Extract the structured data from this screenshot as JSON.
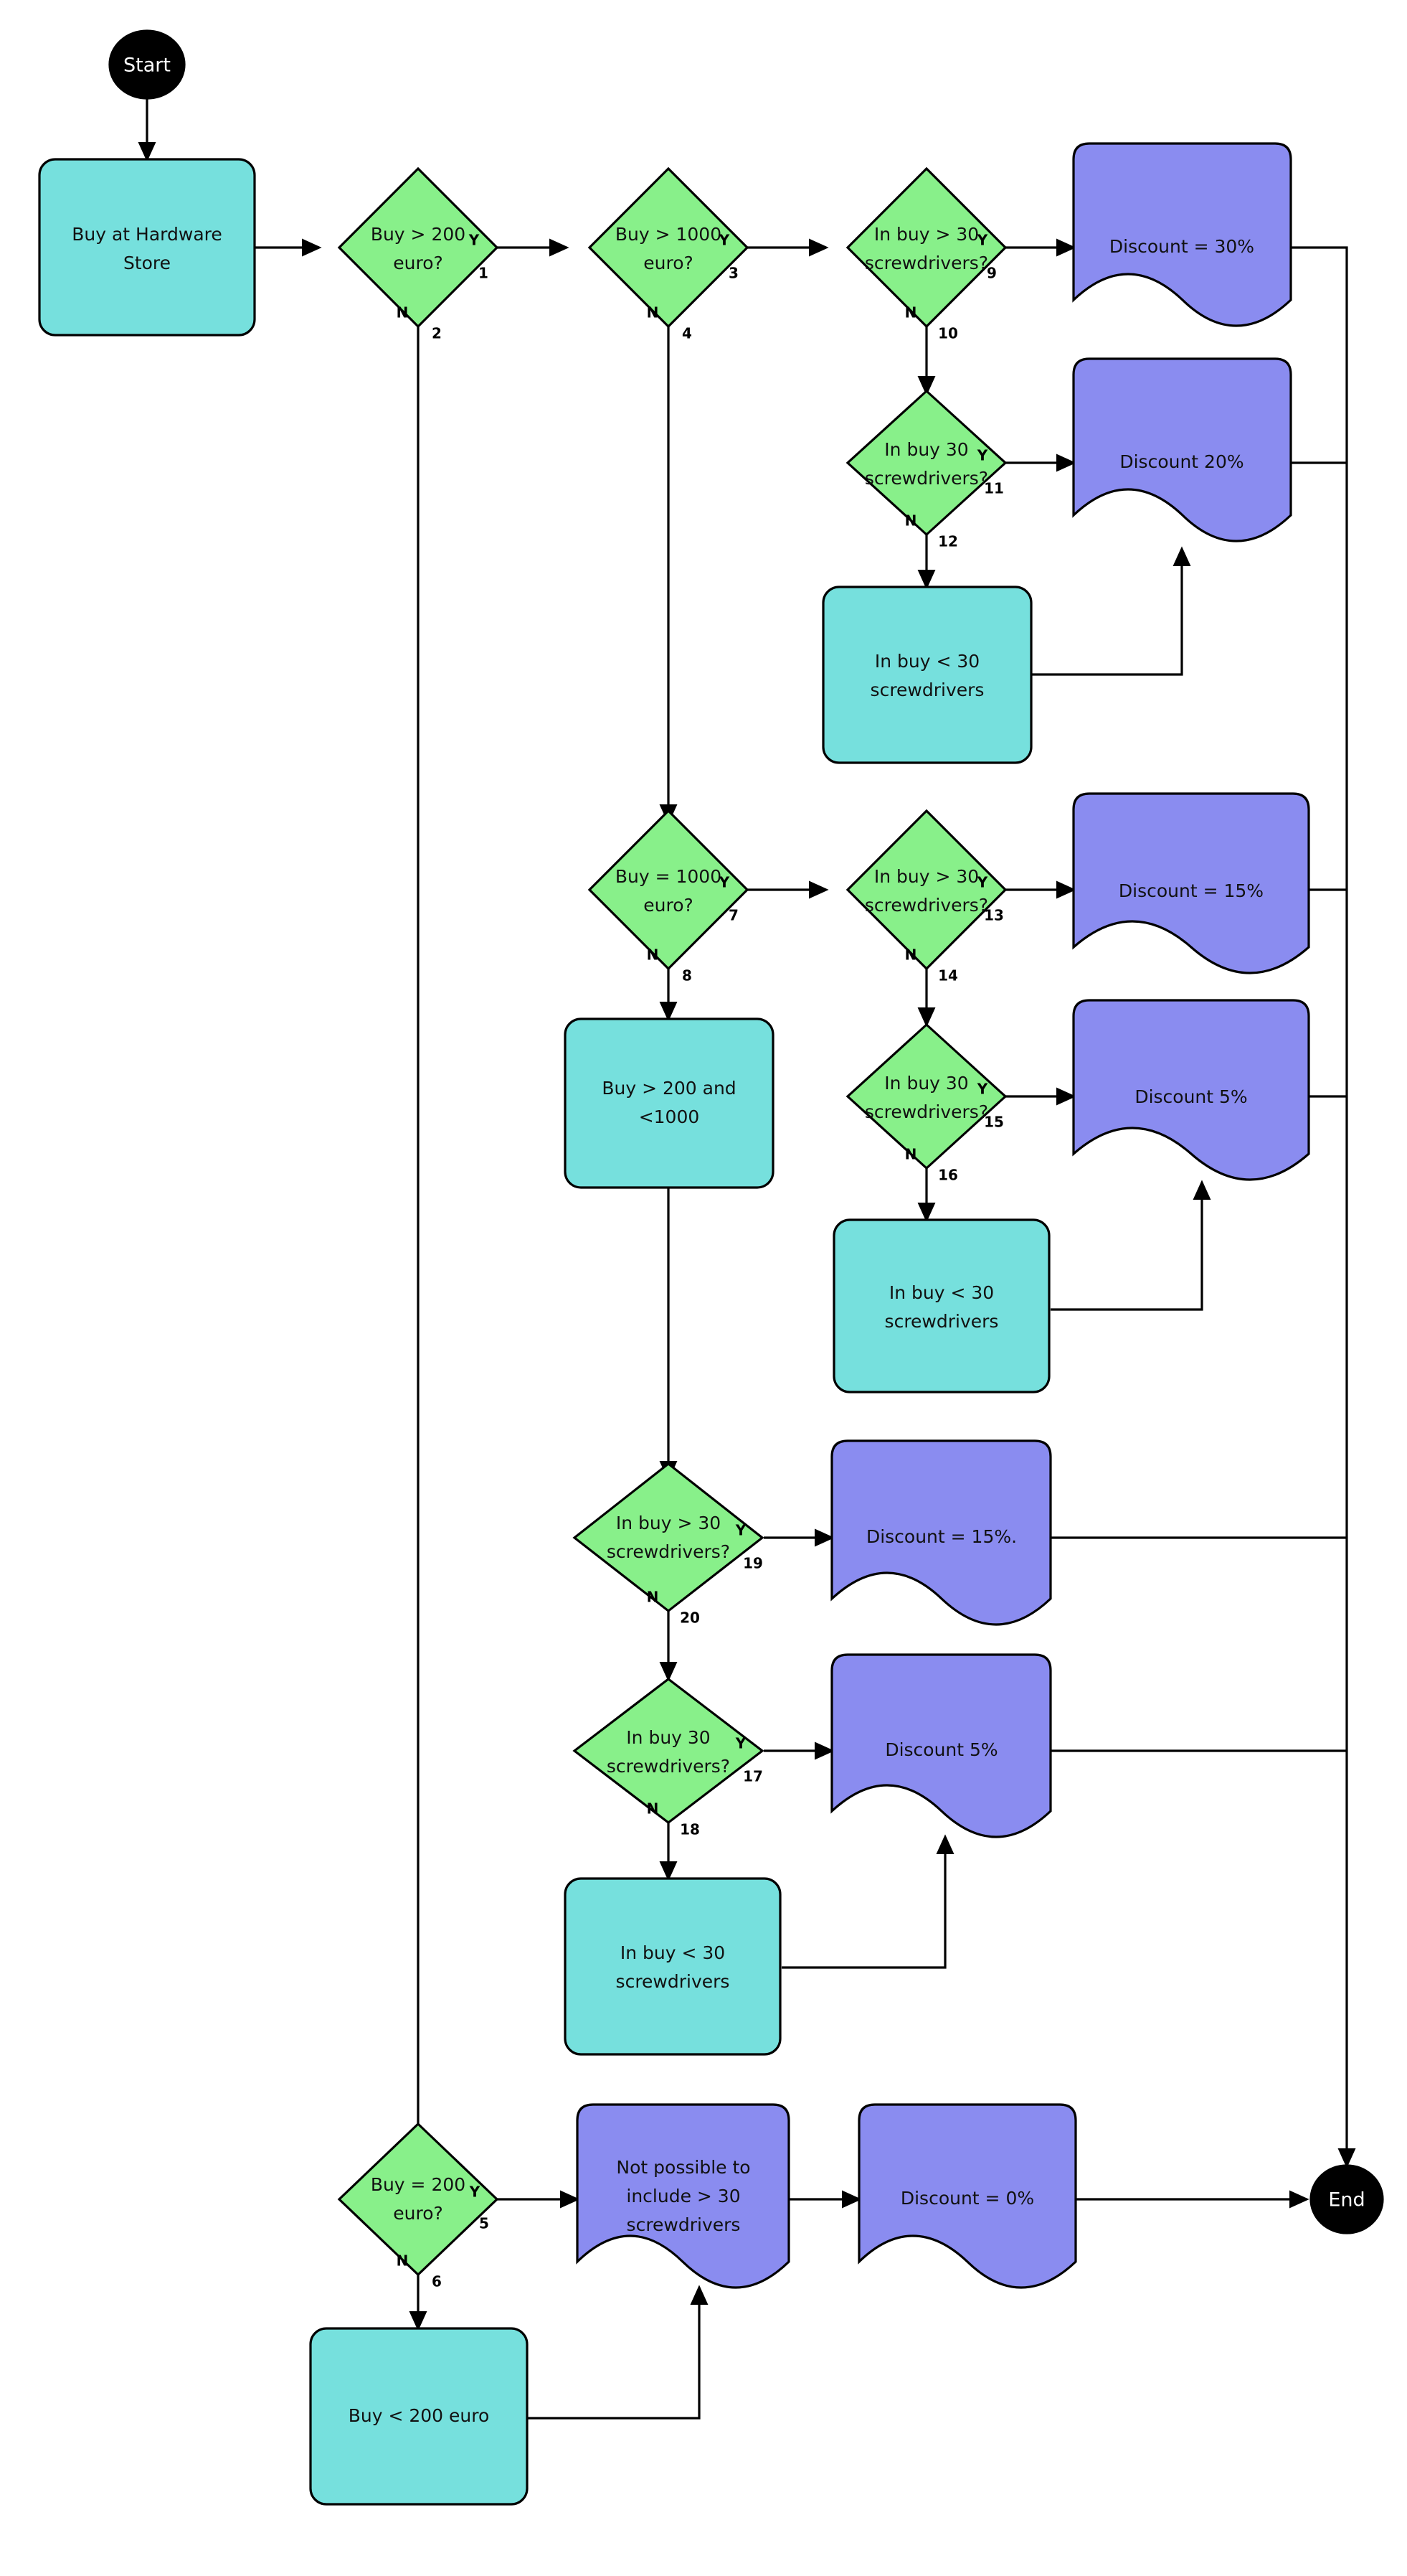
{
  "diagram": {
    "title": "Hardware Store Discount Decision Flowchart",
    "colors": {
      "terminator": "#000000",
      "process": "#76e0dd",
      "decision": "#88f08a",
      "document": "#8a8cf0",
      "stroke": "#000000",
      "background": "#ffffff"
    }
  },
  "nodes": {
    "start": {
      "label": "Start",
      "type": "terminator"
    },
    "end": {
      "label": "End",
      "type": "terminator"
    },
    "buy_store": {
      "label_line1": "Buy at Hardware",
      "label_line2": "Store",
      "type": "process"
    },
    "d_buy_gt_200": {
      "label_line1": "Buy > 200",
      "label_line2": "euro?",
      "type": "decision"
    },
    "d_buy_gt_1000": {
      "label_line1": "Buy > 1000",
      "label_line2": "euro?",
      "type": "decision"
    },
    "d_sd_gt_30_a": {
      "label_line1": "In buy > 30",
      "label_line2": "screwdrivers?",
      "type": "decision"
    },
    "disc_30": {
      "label": "Discount = 30%",
      "type": "document"
    },
    "d_sd_eq_30_a": {
      "label_line1": "In buy 30",
      "label_line2": "screwdrivers?",
      "type": "decision"
    },
    "disc_20": {
      "label": "Discount 20%",
      "type": "document"
    },
    "sd_lt_30_a": {
      "label_line1": "In buy < 30",
      "label_line2": "screwdrivers",
      "type": "process"
    },
    "d_buy_eq_1000": {
      "label_line1": "Buy = 1000",
      "label_line2": "euro?",
      "type": "decision"
    },
    "d_sd_gt_30_b": {
      "label_line1": "In buy > 30",
      "label_line2": "screwdrivers?",
      "type": "decision"
    },
    "disc_15_a": {
      "label": "Discount = 15%",
      "type": "document"
    },
    "buy_200_1000": {
      "label_line1": "Buy > 200 and",
      "label_line2": "<1000",
      "type": "process"
    },
    "d_sd_eq_30_b": {
      "label_line1": "In buy 30",
      "label_line2": "screwdrivers?",
      "type": "decision"
    },
    "disc_5_a": {
      "label": "Discount 5%",
      "type": "document"
    },
    "sd_lt_30_b": {
      "label_line1": "In buy < 30",
      "label_line2": "screwdrivers",
      "type": "process"
    },
    "d_sd_gt_30_c": {
      "label_line1": "In buy > 30",
      "label_line2": "screwdrivers?",
      "type": "decision"
    },
    "disc_15_b": {
      "label": "Discount = 15%.",
      "type": "document"
    },
    "d_sd_eq_30_c": {
      "label_line1": "In buy 30",
      "label_line2": "screwdrivers?",
      "type": "decision"
    },
    "disc_5_b": {
      "label": "Discount 5%",
      "type": "document"
    },
    "sd_lt_30_c": {
      "label_line1": "In buy < 30",
      "label_line2": "screwdrivers",
      "type": "process"
    },
    "d_buy_eq_200": {
      "label_line1": "Buy = 200",
      "label_line2": "euro?",
      "type": "decision"
    },
    "not_possible": {
      "label_line1": "Not possible to",
      "label_line2": "include > 30",
      "label_line3": "screwdrivers",
      "type": "document"
    },
    "disc_0": {
      "label": "Discount = 0%",
      "type": "document"
    },
    "buy_lt_200": {
      "label": "Buy < 200 euro",
      "type": "process"
    }
  },
  "edges": [
    {
      "id": "1",
      "yn": "Y",
      "num": "1",
      "from": "d_buy_gt_200",
      "to": "d_buy_gt_1000"
    },
    {
      "id": "2",
      "yn": "N",
      "num": "2",
      "from": "d_buy_gt_200",
      "to": "d_buy_eq_200"
    },
    {
      "id": "3",
      "yn": "Y",
      "num": "3",
      "from": "d_buy_gt_1000",
      "to": "d_sd_gt_30_a"
    },
    {
      "id": "4",
      "yn": "N",
      "num": "4",
      "from": "d_buy_gt_1000",
      "to": "d_buy_eq_1000"
    },
    {
      "id": "5",
      "yn": "Y",
      "num": "5",
      "from": "d_buy_eq_200",
      "to": "not_possible"
    },
    {
      "id": "6",
      "yn": "N",
      "num": "6",
      "from": "d_buy_eq_200",
      "to": "buy_lt_200"
    },
    {
      "id": "7",
      "yn": "Y",
      "num": "7",
      "from": "d_buy_eq_1000",
      "to": "d_sd_gt_30_b"
    },
    {
      "id": "8",
      "yn": "N",
      "num": "8",
      "from": "d_buy_eq_1000",
      "to": "buy_200_1000"
    },
    {
      "id": "9",
      "yn": "Y",
      "num": "9",
      "from": "d_sd_gt_30_a",
      "to": "disc_30"
    },
    {
      "id": "10",
      "yn": "N",
      "num": "10",
      "from": "d_sd_gt_30_a",
      "to": "d_sd_eq_30_a"
    },
    {
      "id": "11",
      "yn": "Y",
      "num": "11",
      "from": "d_sd_eq_30_a",
      "to": "disc_20"
    },
    {
      "id": "12",
      "yn": "N",
      "num": "12",
      "from": "d_sd_eq_30_a",
      "to": "sd_lt_30_a"
    },
    {
      "id": "13",
      "yn": "Y",
      "num": "13",
      "from": "d_sd_gt_30_b",
      "to": "disc_15_a"
    },
    {
      "id": "14",
      "yn": "N",
      "num": "14",
      "from": "d_sd_gt_30_b",
      "to": "d_sd_eq_30_b"
    },
    {
      "id": "15",
      "yn": "Y",
      "num": "15",
      "from": "d_sd_eq_30_b",
      "to": "disc_5_a"
    },
    {
      "id": "16",
      "yn": "N",
      "num": "16",
      "from": "d_sd_eq_30_b",
      "to": "sd_lt_30_b"
    },
    {
      "id": "17",
      "yn": "Y",
      "num": "17",
      "from": "d_sd_eq_30_c",
      "to": "disc_5_b"
    },
    {
      "id": "18",
      "yn": "N",
      "num": "18",
      "from": "d_sd_eq_30_c",
      "to": "sd_lt_30_c"
    },
    {
      "id": "19",
      "yn": "Y",
      "num": "19",
      "from": "d_sd_gt_30_c",
      "to": "disc_15_b"
    },
    {
      "id": "20",
      "yn": "N",
      "num": "20",
      "from": "d_sd_gt_30_c",
      "to": "d_sd_eq_30_c"
    }
  ]
}
